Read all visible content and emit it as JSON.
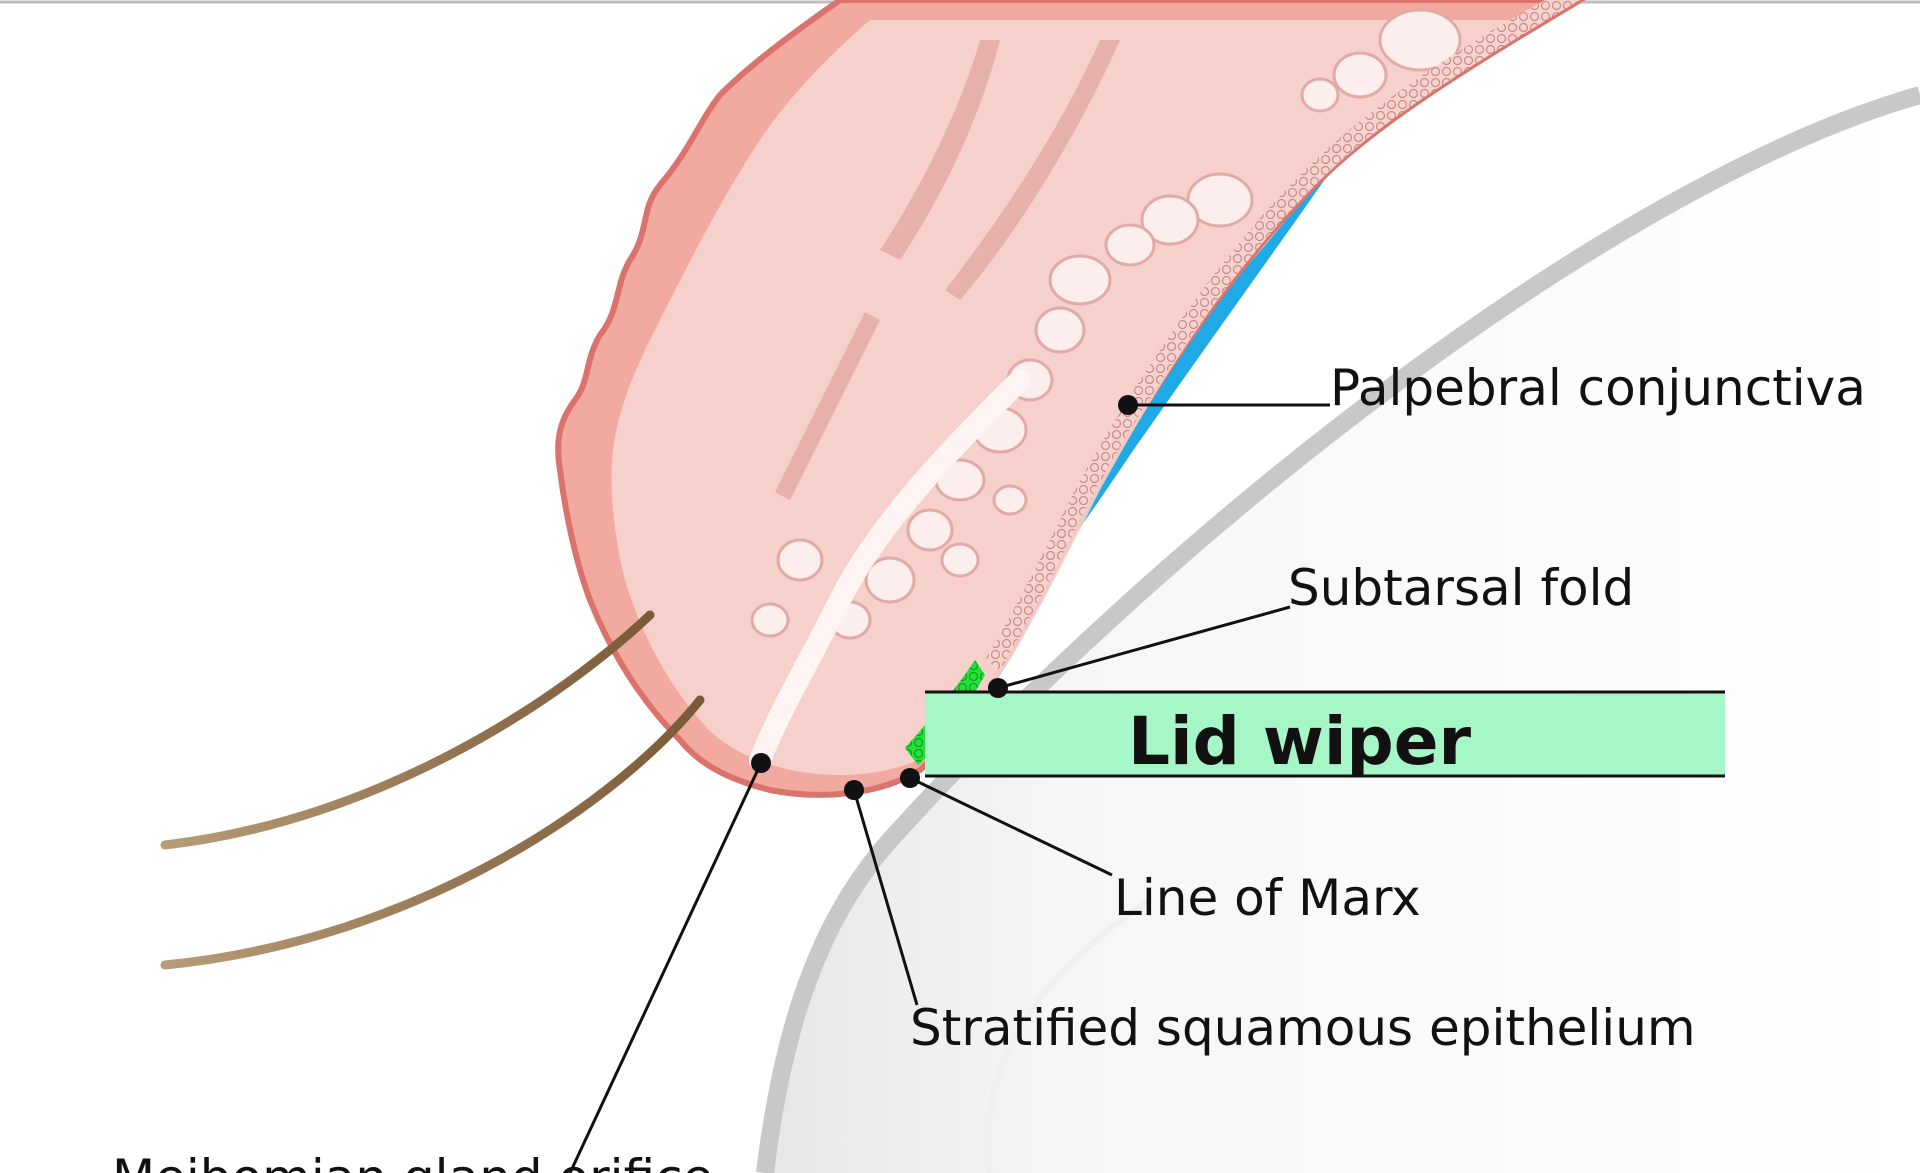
{
  "labels": {
    "palpebral_conjunctiva": "Palpebral conjunctiva",
    "subtarsal_fold": "Subtarsal fold",
    "lid_wiper": "Lid wiper",
    "line_of_marx": "Line of Marx",
    "stratified_squamous_epithelium": "Stratified squamous epithelium",
    "meibomian_gland_orifice": "Meibomian gland orifice"
  },
  "colors": {
    "lid_tissue": "#f2a9a0",
    "lid_tissue_edge": "#d9736b",
    "inner_tissue": "#f7d7d2",
    "gland": "#fbeeed",
    "conjunctiva_cells": "#efc1bd",
    "tear_film": "#1fa9e6",
    "lid_wiper_zone": "#22e23a",
    "lid_wiper_band": "#a6f7c8",
    "cornea_edge": "#c8c8c8",
    "eyelash": "#8a6a45"
  },
  "icons": [
    "eyelash-graphic",
    "eyeball-graphic"
  ]
}
